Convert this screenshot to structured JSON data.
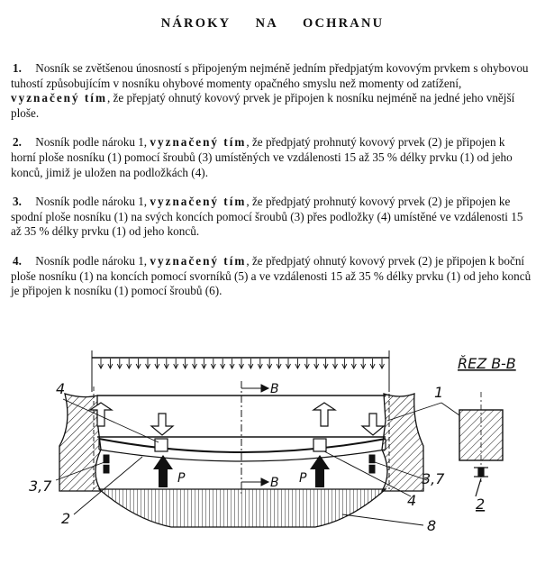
{
  "title": "NÁROKY NA OCHRANU",
  "claims": [
    {
      "number": "1.",
      "before": "Nosník se zvětšenou únosností s připojeným nejméně jedním předpjatým kovovým prvkem s ohybovou tuhostí způsobujícím v nosníku ohybové momenty opačného smyslu než momenty od zatížení,",
      "emphasis": "vyznačený tím",
      "after": ", že přepjatý ohnutý kovový prvek je připojen k nosníku nejméně na jedné jeho vnější ploše."
    },
    {
      "number": "2.",
      "before": "Nosník podle nároku 1,",
      "emphasis": "vyznačený tím",
      "after": ", že předpjatý prohnutý kovový prvek (2) je připojen k horní ploše nosníku (1) pomocí šroubů (3) umístěných ve vzdálenosti 15 až 35 % délky prvku (1) od jeho konců, jimiž je uložen na podložkách (4)."
    },
    {
      "number": "3.",
      "before": "Nosník podle nároku 1,",
      "emphasis": "vyznačený tím",
      "after": ", že předpjatý prohnutý kovový prvek (2) je připojen ke spodní ploše nosníku (1) na svých koncích pomocí šroubů (3) přes podložky (4) umístěné ve vzdálenosti 15 až 35 % délky prvku (1) od jeho konců."
    },
    {
      "number": "4.",
      "before": "Nosník podle nároku 1,",
      "emphasis": "vyznačený tím",
      "after": ", že předpjatý ohnutý kovový prvek (2) je připojen k boční ploše nosníku (1) na koncích pomocí svorníků (5) a ve vzdálenosti 15 až 35 % délky prvku (1) od jeho konců je připojen k nosníku (1) pomocí šroubů (6)."
    }
  ],
  "figure": {
    "section_label": "ŘEZ B-B",
    "cut_label": "B",
    "force_label": "P",
    "part_labels": {
      "beam": "1",
      "element": "2",
      "screws_left": "3,7",
      "screws_right": "3,7",
      "pad_left": "4",
      "pad_right": "4",
      "diagram": "8",
      "section_element": "2"
    }
  }
}
